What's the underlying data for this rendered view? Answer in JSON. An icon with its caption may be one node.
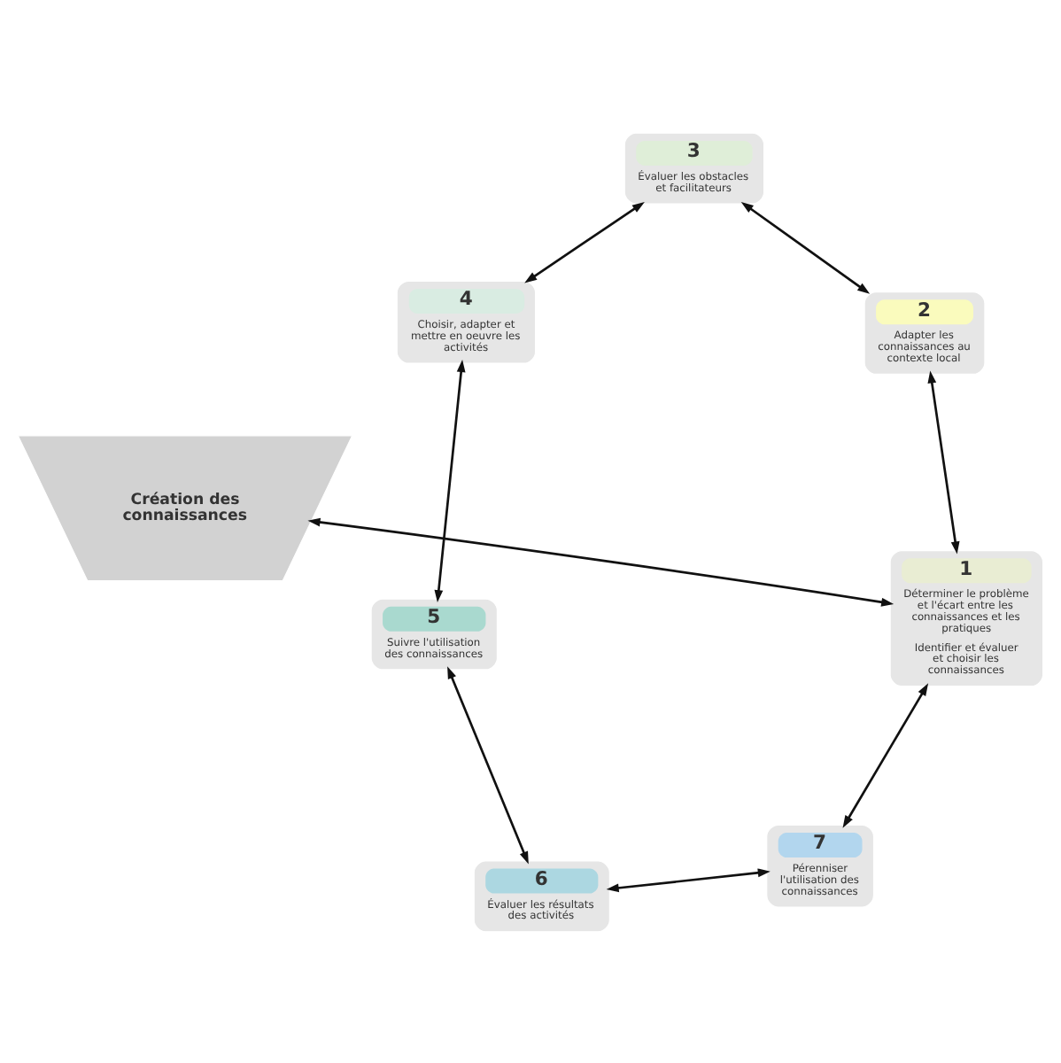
{
  "diagram": {
    "nodes": [
      {
        "text": [
          "Création des connaissances"
        ]
      },
      {
        "text": [
          "1",
          "Déterminer le problème et l'écart entre les connaissances et les pratiques",
          "Identifier et évaluer et choisir les connaissances"
        ]
      },
      {
        "text": [
          "2",
          "Adapter les connaissances au contexte local"
        ]
      },
      {
        "text": [
          "3",
          "Évaluer les obstacles et facilitateurs"
        ]
      },
      {
        "text": [
          "4",
          "Choisir, adapter et mettre en oeuvre les activités"
        ]
      },
      {
        "text": [
          "5",
          "Suivre l'utilisation des connaissances"
        ]
      },
      {
        "text": [
          "6",
          "Évaluer les résultats des activités"
        ]
      },
      {
        "text": [
          "7",
          "Pérenniser l'utilisation des connaissances"
        ]
      }
    ],
    "edges": [
      {
        "from": 4,
        "to": 5,
        "arrow": "both"
      },
      {
        "from": 3,
        "to": 4,
        "arrow": "both"
      },
      {
        "from": 5,
        "to": 6,
        "arrow": "both"
      },
      {
        "from": 3,
        "to": 2,
        "arrow": "both"
      },
      {
        "from": 6,
        "to": 7,
        "arrow": "both"
      },
      {
        "from": 0,
        "to": 1,
        "arrow": "both"
      },
      {
        "from": 2,
        "to": 1,
        "arrow": "both"
      },
      {
        "from": 7,
        "to": 1,
        "arrow": "both"
      }
    ]
  }
}
